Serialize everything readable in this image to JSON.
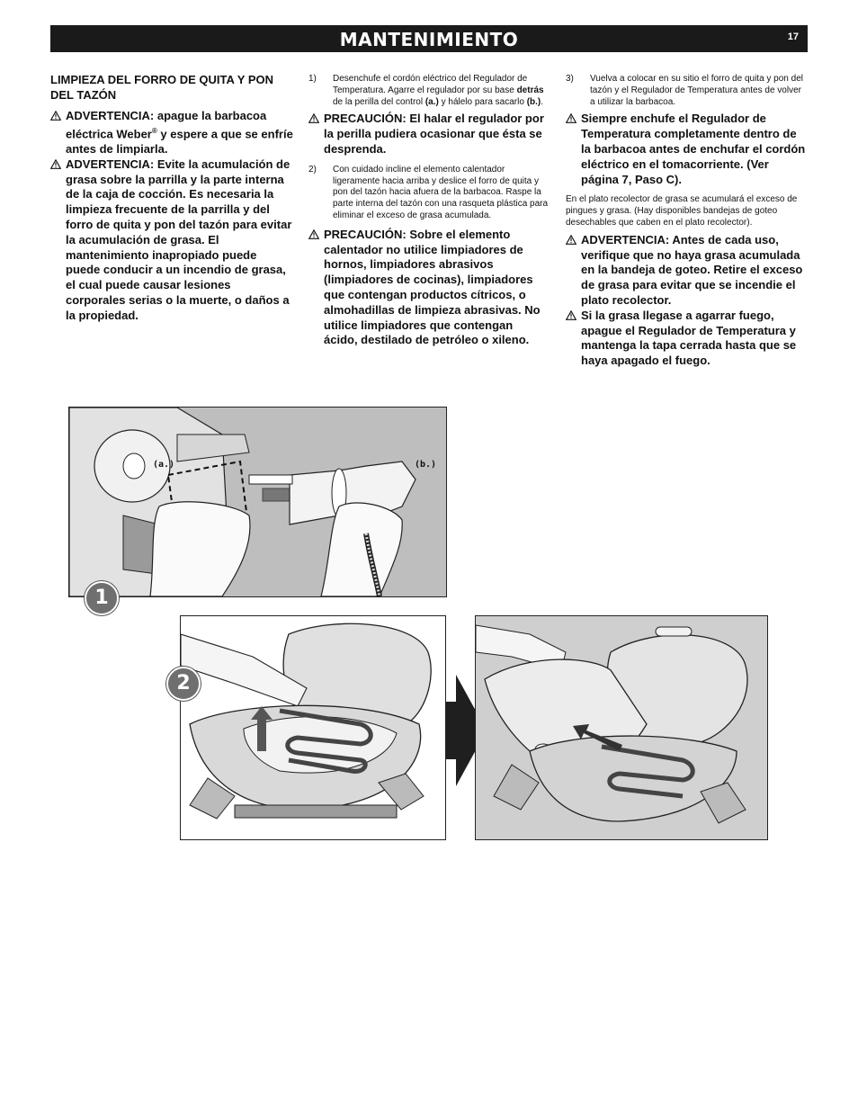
{
  "header": {
    "title": "MANTENIMIENTO",
    "page_number": "17"
  },
  "col1": {
    "heading": "LIMPIEZA DEL FORRO DE QUITA Y PON DEL TAZÓN",
    "warning1_a": "ADVERTENCIA: apague la barbacoa eléctrica Weber",
    "warning1_sup": "®",
    "warning1_b": " y espere a que se enfríe antes de limpiarla.",
    "warning2": "ADVERTENCIA: Evite la acumulación de grasa sobre la parrilla y la parte interna de la caja de cocción. Es necesaria la limpieza frecuente de la parrilla y del forro de quita y pon del tazón para evitar la acumulación de grasa. El mantenimiento inapropiado puede puede conducir a un incendio de grasa, el cual puede causar lesiones corporales serias o la muerte, o daños a la propiedad."
  },
  "col2": {
    "step1_num": "1)",
    "step1_a": "Desenchufe el cordón eléctrico del Regulador de Temperatura. Agarre el regulador por su base ",
    "step1_b": "detrás",
    "step1_c": " de la perilla del control ",
    "step1_d": "(a.)",
    "step1_e": " y hálelo  para sacarlo ",
    "step1_f": "(b.)",
    "step1_g": ".",
    "caution1": "PRECAUCIÓN: El halar el regulador por la perilla pudiera ocasionar que ésta se desprenda.",
    "step2_num": "2)",
    "step2": "Con cuidado incline el elemento calentador ligeramente hacia arriba y deslice el forro de quita y pon del tazón hacia afuera de la barbacoa. Raspe la parte interna del tazón con una rasqueta plástica para eliminar el exceso de grasa acumulada.",
    "caution2": "PRECAUCIÓN: Sobre el elemento calentador no utilice limpiadores de hornos, limpiadores abrasivos (limpiadores de cocinas), limpiadores que contengan productos cítricos, o almohadillas de limpieza abrasivas. No utilice limpiadores que contengan ácido, destilado de petróleo o xileno."
  },
  "col3": {
    "step3_num": "3)",
    "step3": "Vuelva a colocar en su sitio el forro de quita y pon del tazón y el Regulador de Temperatura antes de volver a utilizar la barbacoa.",
    "warning3": "Siempre enchufe el Regulador de Temperatura completamente dentro de la barbacoa antes de enchufar el cordón eléctrico en el tomacorriente. (Ver página 7, Paso C).",
    "note": "En el plato recolector de grasa se acumulará el exceso de pingues y grasa. (Hay disponibles bandejas de goteo desechables que caben en el plato recolector).",
    "warning4": "ADVERTENCIA: Antes de cada uso, verifique que no haya grasa acumulada en la bandeja de goteo. Retire el exceso de grasa para evitar que se incendie el plato recolector.",
    "warning5": "Si la grasa llegase a agarrar fuego, apague el Regulador de Temperatura y mantenga la tapa cerrada hasta que se haya apagado el fuego."
  },
  "figures": {
    "fig1_badge": "1",
    "fig1_label_a": "(a.)",
    "fig1_label_b": "(b.)",
    "fig2_badge": "2"
  }
}
